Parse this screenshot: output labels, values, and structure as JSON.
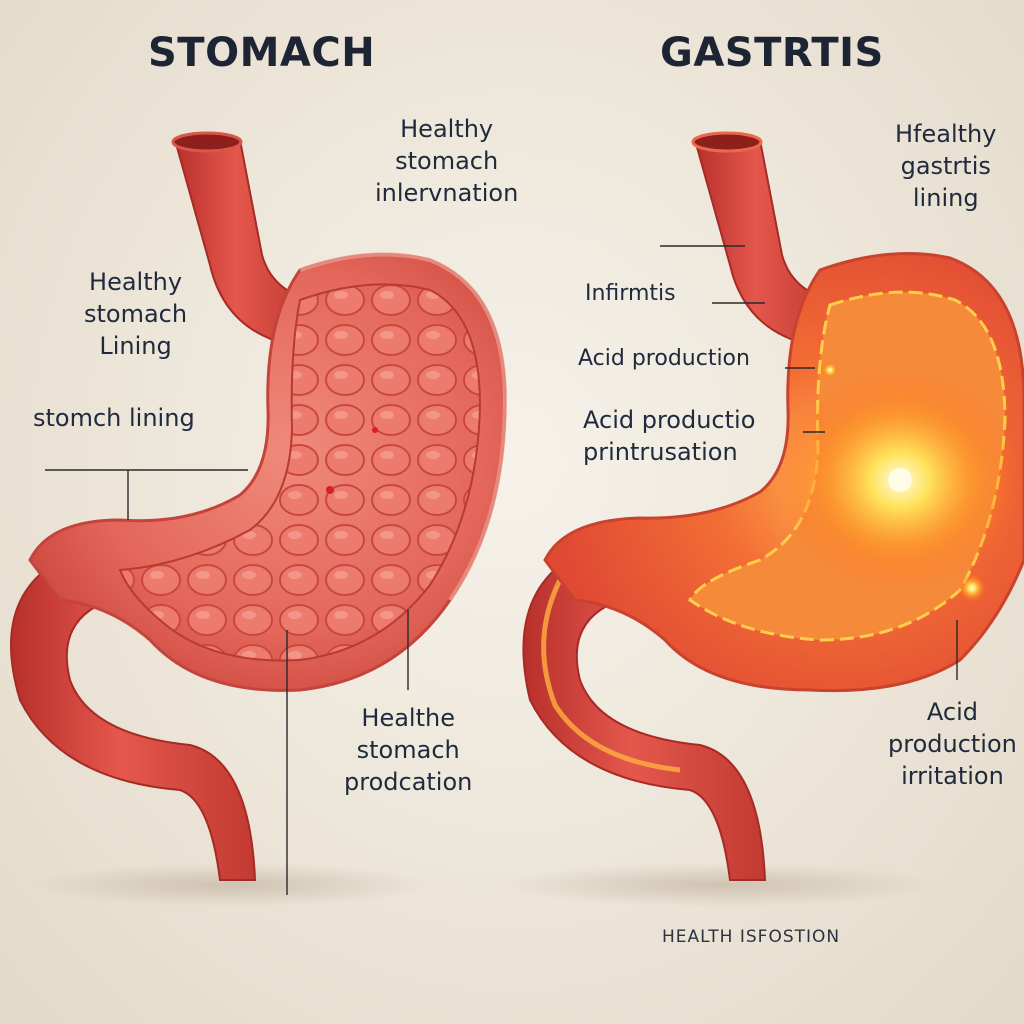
{
  "left": {
    "title": "STOMACH",
    "labels": {
      "top_right": [
        "Healthy",
        "stomach",
        "inlervnation"
      ],
      "left_upper": [
        "Healthy",
        "stomach",
        "Lining"
      ],
      "left_mid": "stomch lining",
      "bottom": [
        "Healthe",
        "stomach",
        "prodcation"
      ]
    }
  },
  "right": {
    "title": "GASTRTIS",
    "labels": {
      "top_right": [
        "Hfealthy",
        "gastrtis",
        "lining"
      ],
      "inflam": "Infirmtis",
      "acid1": "Acid production",
      "acid2": [
        "Acid productio",
        "printrusation"
      ],
      "bottom_right": [
        "Acid",
        "production",
        "irritation"
      ]
    }
  },
  "footer": "HEALTH ISFOSTION",
  "colors": {
    "healthy_tissue": "#e8675e",
    "inflamed_tissue": "#f0542e",
    "inflammation_glow": "#ffd23a",
    "label_text": "#1f2a3c"
  }
}
